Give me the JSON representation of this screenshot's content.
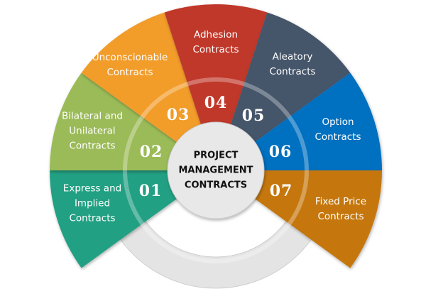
{
  "center": {
    "lines": [
      "PROJECT",
      "MANAGEMENT",
      "CONTRACTS"
    ]
  },
  "segments": [
    {
      "number": "01",
      "lines": [
        "Express and",
        "Implied",
        "Contracts"
      ],
      "color": "#22A083"
    },
    {
      "number": "02",
      "lines": [
        "Bilateral and",
        "Unilateral",
        "Contracts"
      ],
      "color": "#9BBB59"
    },
    {
      "number": "03",
      "lines": [
        "Unconscionable",
        "Contracts"
      ],
      "color": "#F29C2A"
    },
    {
      "number": "04",
      "lines": [
        "Adhesion",
        "Contracts"
      ],
      "color": "#C0392B"
    },
    {
      "number": "05",
      "lines": [
        "Aleatory",
        "Contracts"
      ],
      "color": "#44546A"
    },
    {
      "number": "06",
      "lines": [
        "Option",
        "Contracts"
      ],
      "color": "#0070C0"
    },
    {
      "number": "07",
      "lines": [
        "Fixed Price",
        "Contracts"
      ],
      "color": "#C5770E"
    }
  ],
  "colors": {
    "ring": "#E4E4E4",
    "center_fill": "#E8E8E8",
    "center_text": "#111111"
  }
}
